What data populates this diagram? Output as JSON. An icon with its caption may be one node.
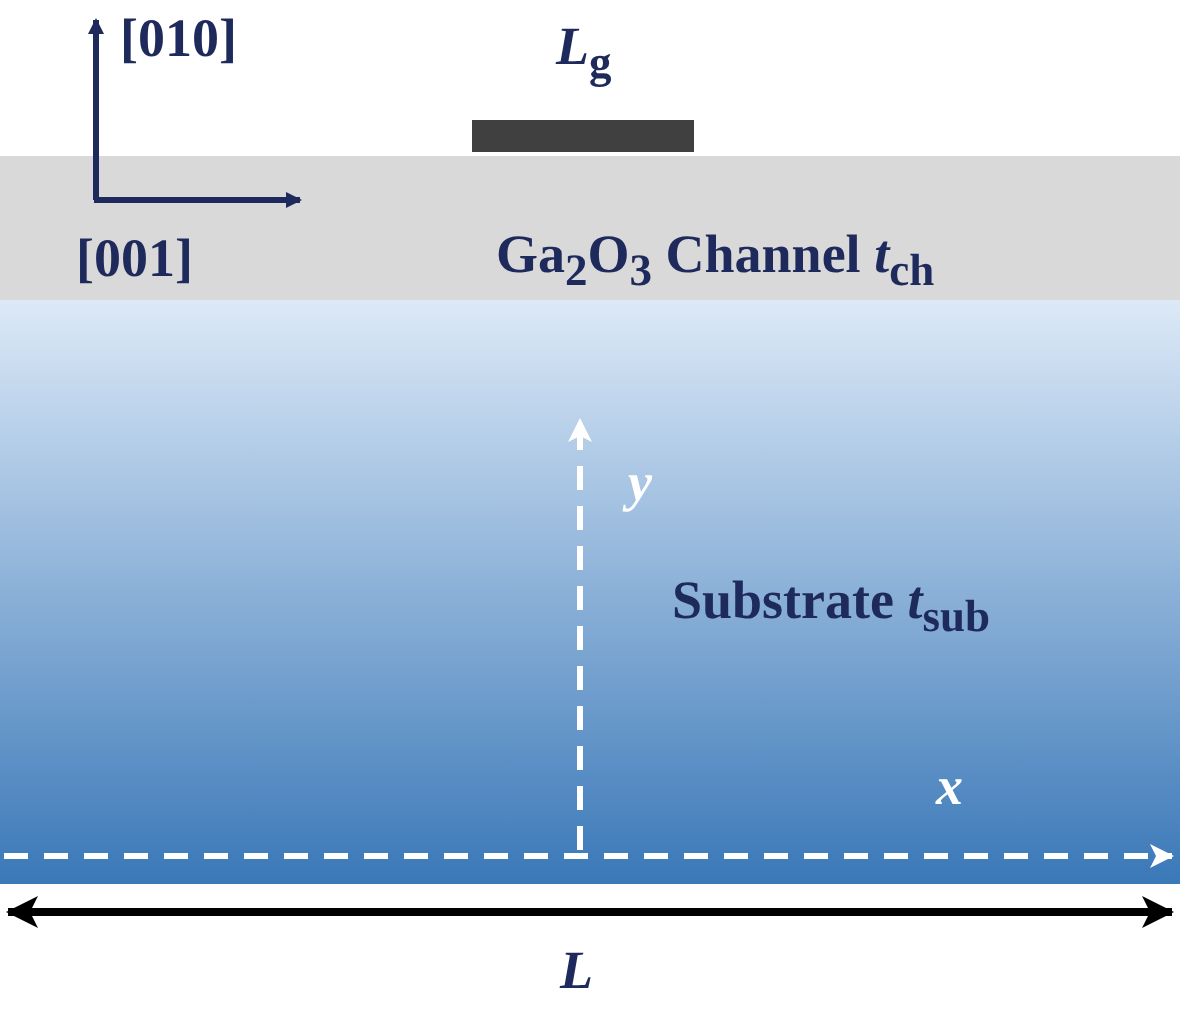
{
  "diagram": {
    "nodes": [
      {
        "text": [
          "*L*$_{g}$"
        ]
      },
      {
        "text": [
          "Ga$_{2}$O$_{3}$ Channel *t*$_{ch}$"
        ]
      },
      {
        "text": [
          "Substrate *t*$_{sub}$"
        ]
      }
    ],
    "labels": [
      "[010]",
      "[001]",
      "y",
      "x",
      "L"
    ]
  }
}
